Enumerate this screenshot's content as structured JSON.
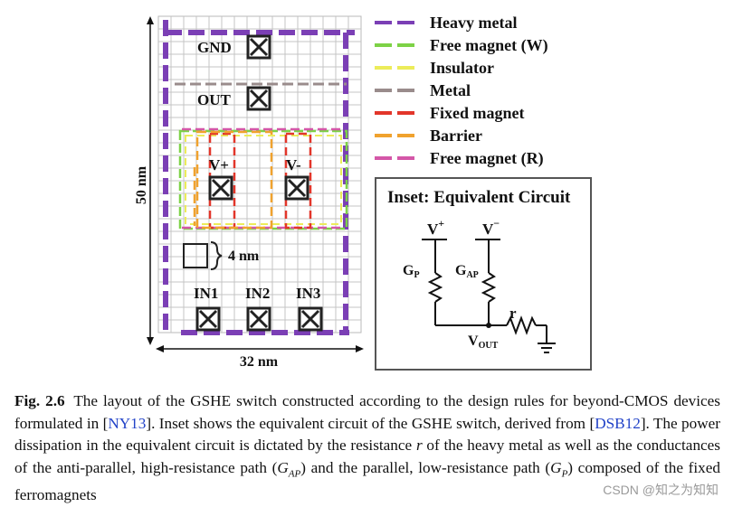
{
  "layout": {
    "pads": [
      {
        "label": "GND"
      },
      {
        "label": "OUT"
      },
      {
        "label": "V+"
      },
      {
        "label": "V-"
      },
      {
        "label": "IN1"
      },
      {
        "label": "IN2"
      },
      {
        "label": "IN3"
      }
    ],
    "dimension_height": "50 nm",
    "dimension_width": "32 nm",
    "cell_size": "4 nm"
  },
  "legend": [
    {
      "label": "Heavy metal",
      "color": "#7b3fb5"
    },
    {
      "label": "Free magnet (W)",
      "color": "#7dd246"
    },
    {
      "label": "Insulator",
      "color": "#ecec5a"
    },
    {
      "label": "Metal",
      "color": "#9a8c8c"
    },
    {
      "label": "Fixed magnet",
      "color": "#e2362a"
    },
    {
      "label": "Barrier",
      "color": "#f0a22e"
    },
    {
      "label": "Free magnet (R)",
      "color": "#d457a8"
    }
  ],
  "inset": {
    "title": "Inset: Equivalent Circuit",
    "v_plus": "V",
    "v_minus": "V",
    "gp": "G",
    "gp_sub": "P",
    "gap": "G",
    "gap_sub": "AP",
    "r": "r",
    "vout": "V",
    "vout_sub": "OUT"
  },
  "caption": {
    "fig_label": "Fig. 2.6",
    "part1": "The layout of the GSHE switch constructed according to the design rules for beyond-CMOS devices formulated in [",
    "ref1": "NY13",
    "part2": "]. Inset shows the equivalent circuit of the GSHE switch, derived from [",
    "ref2": "DSB12",
    "part3": "]. The power dissipation in the equivalent circuit is dictated by the resistance ",
    "r_italic": "r",
    "part4": " of the heavy metal as well as the conductances of the anti-parallel, high-resistance path (",
    "gap_sym": "G",
    "gap_sub": "AP",
    "part5": ") and the parallel, low-resistance path (",
    "gp_sym": "G",
    "gp_sub": "P",
    "part6": ") composed of the fixed ferromagnets"
  },
  "watermark": "CSDN @知之为知知"
}
